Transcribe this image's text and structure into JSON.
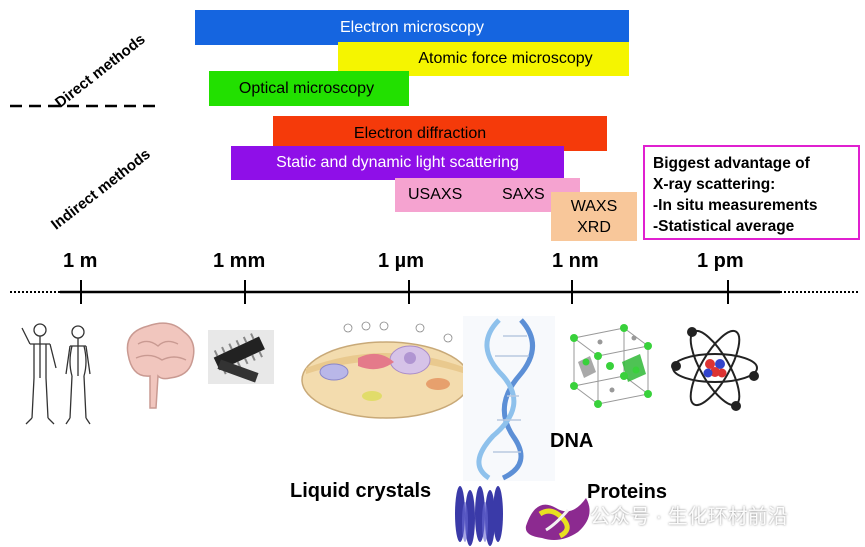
{
  "labels": {
    "direct": "Direct methods",
    "indirect": "Indirect methods"
  },
  "bars": {
    "electron_microscopy": {
      "label": "Electron microscopy",
      "color": "#1565e0"
    },
    "afm": {
      "label": "Atomic force microscopy",
      "color": "#f5f500"
    },
    "optical": {
      "label": "Optical microscopy",
      "color": "#22e000"
    },
    "electron_diffraction": {
      "label": "Electron diffraction",
      "color": "#f53a0a"
    },
    "light_scattering": {
      "label": "Static and dynamic light scattering",
      "color": "#8f0fe8"
    },
    "usaxs": {
      "label": "USAXS",
      "color": "#f5a3d0"
    },
    "saxs": {
      "label": "SAXS",
      "color": "#f5a3d0"
    },
    "waxs": {
      "label": "WAXS",
      "color": "#f8c79a"
    },
    "xrd": {
      "label": "XRD",
      "color": "#f8c79a"
    }
  },
  "callout": {
    "title1": "Biggest advantage of",
    "title2": "X-ray scattering:",
    "item1": "-In situ measurements",
    "item2": "-Statistical average"
  },
  "scale": {
    "m": "1 m",
    "mm": "1 mm",
    "um": "1 µm",
    "nm": "1 nm",
    "pm": "1 pm"
  },
  "objects": {
    "dna": "DNA",
    "liquid_crystals": "Liquid crystals",
    "proteins": "Proteins"
  },
  "watermark": "公众号 · 生化环材前沿"
}
